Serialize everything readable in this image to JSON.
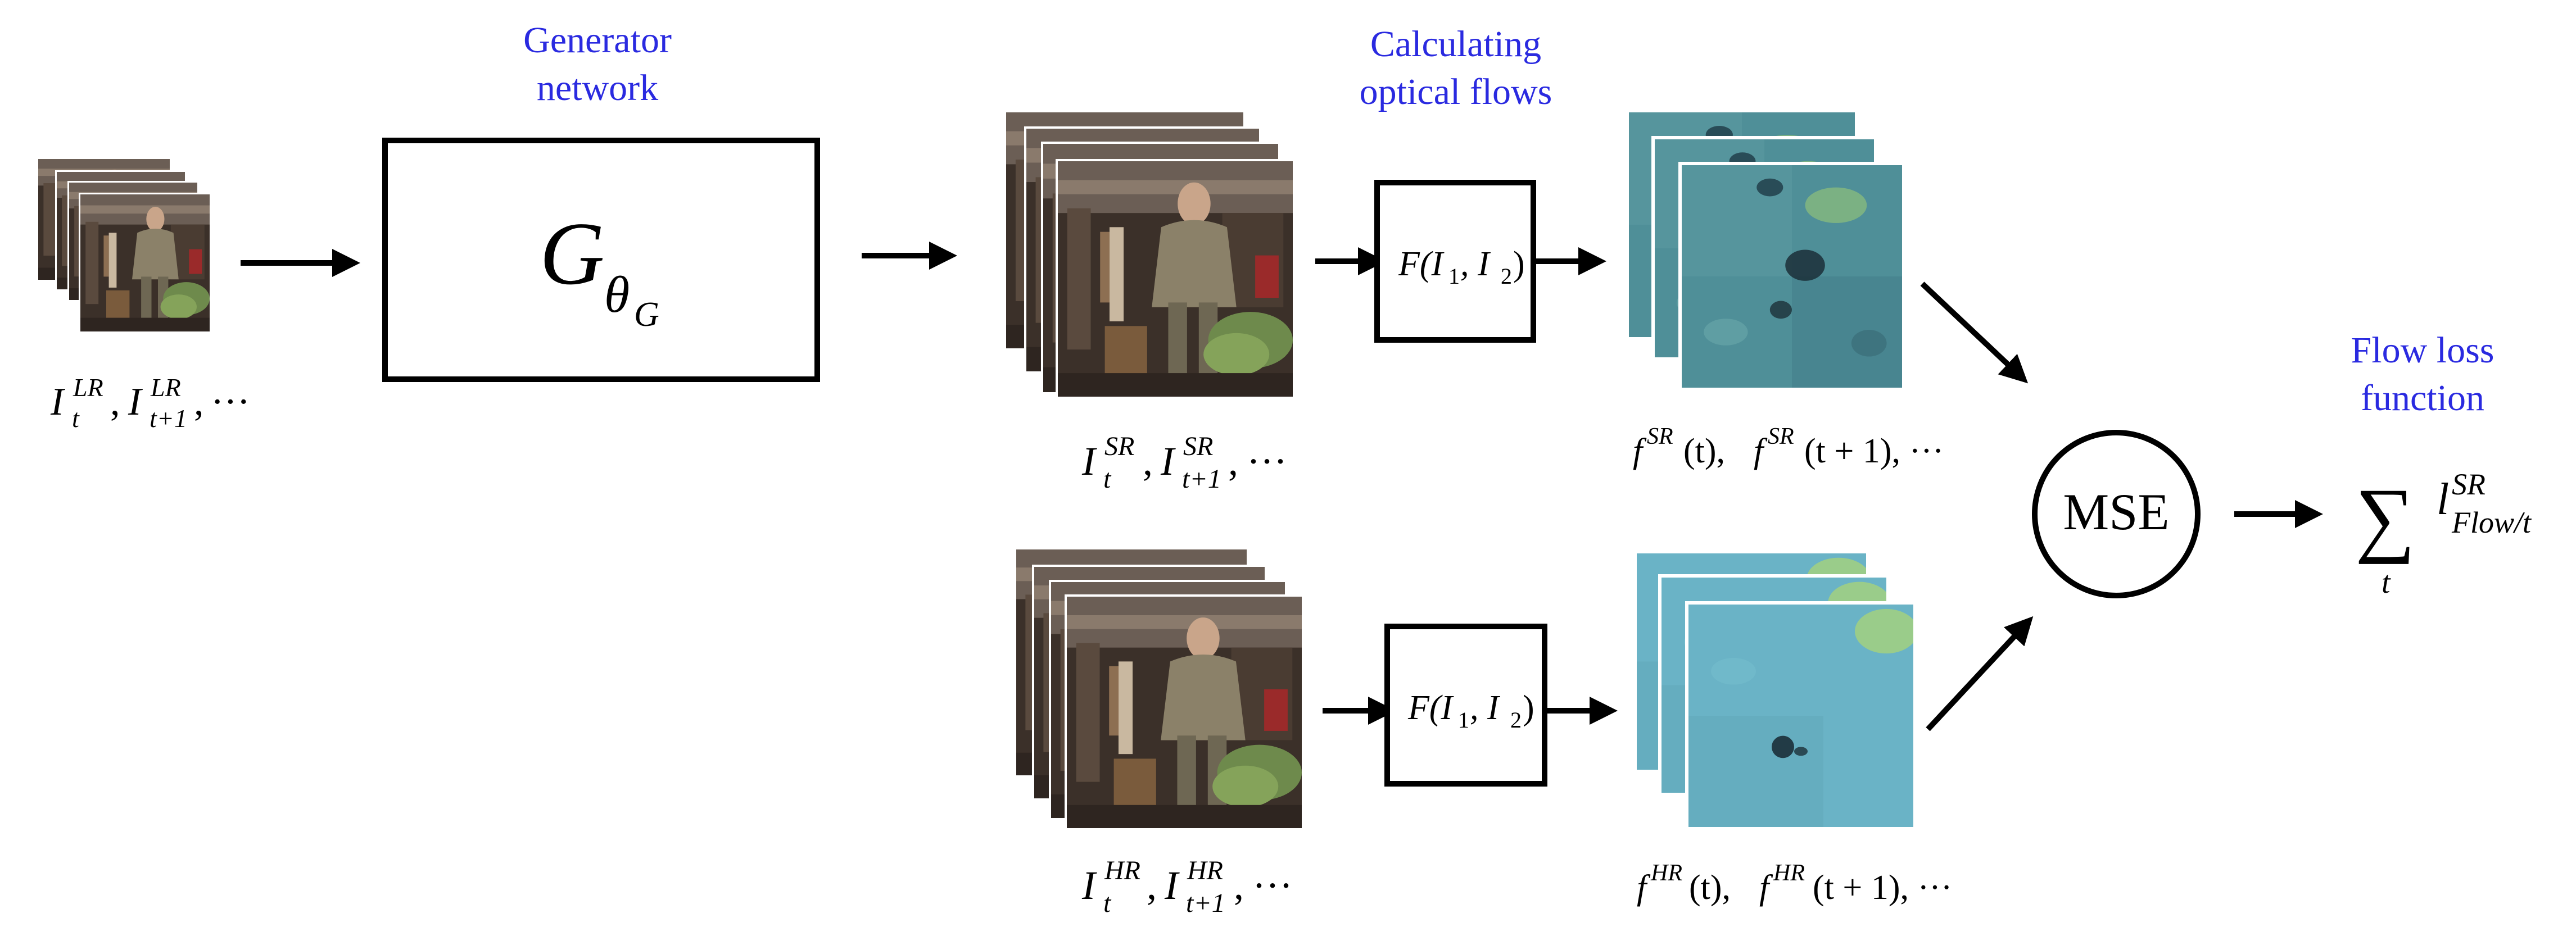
{
  "captions": {
    "generator_line1": "Generator",
    "generator_line2": "network",
    "optical_line1": "Calculating",
    "optical_line2": "optical flows",
    "flowloss_line1": "Flow loss",
    "flowloss_line2": "function"
  },
  "generator": {
    "symbol": "G",
    "sub": "θ",
    "subsub": "G"
  },
  "flow_func": {
    "label": "F(I",
    "sub1": "1",
    "comma": ", I",
    "sub2": "2",
    "close": ")"
  },
  "mse": {
    "label": "MSE"
  },
  "labels": {
    "lr": {
      "base": "I",
      "sup": "LR",
      "sub_t": "t",
      "sub_t1": "t+1",
      "ellipsis": "···"
    },
    "sr": {
      "base": "I",
      "sup": "SR",
      "sub_t": "t",
      "sub_t1": "t+1",
      "ellipsis": "···"
    },
    "hr": {
      "base": "I",
      "sup": "HR",
      "sub_t": "t",
      "sub_t1": "t+1",
      "ellipsis": "···"
    },
    "fsr": {
      "base": "f",
      "sup": "SR",
      "arg_t": "(t), ",
      "arg_t1": "(t + 1), ···"
    },
    "fhr": {
      "base": "f",
      "sup": "HR",
      "arg_t": "(t), ",
      "arg_t1": "(t + 1), ···"
    },
    "loss": {
      "sum": "∑",
      "index": "t",
      "base": "l",
      "sup": "SR",
      "sub": "Flow/t"
    }
  },
  "colors": {
    "caption_blue": "#2a2ae0",
    "flow_sr": "#4f8f98",
    "flow_hr": "#6ab3c6",
    "scene_dark": "#3b3029",
    "scene_person": "#8b8169",
    "scene_plants": "#6e8a4c"
  }
}
